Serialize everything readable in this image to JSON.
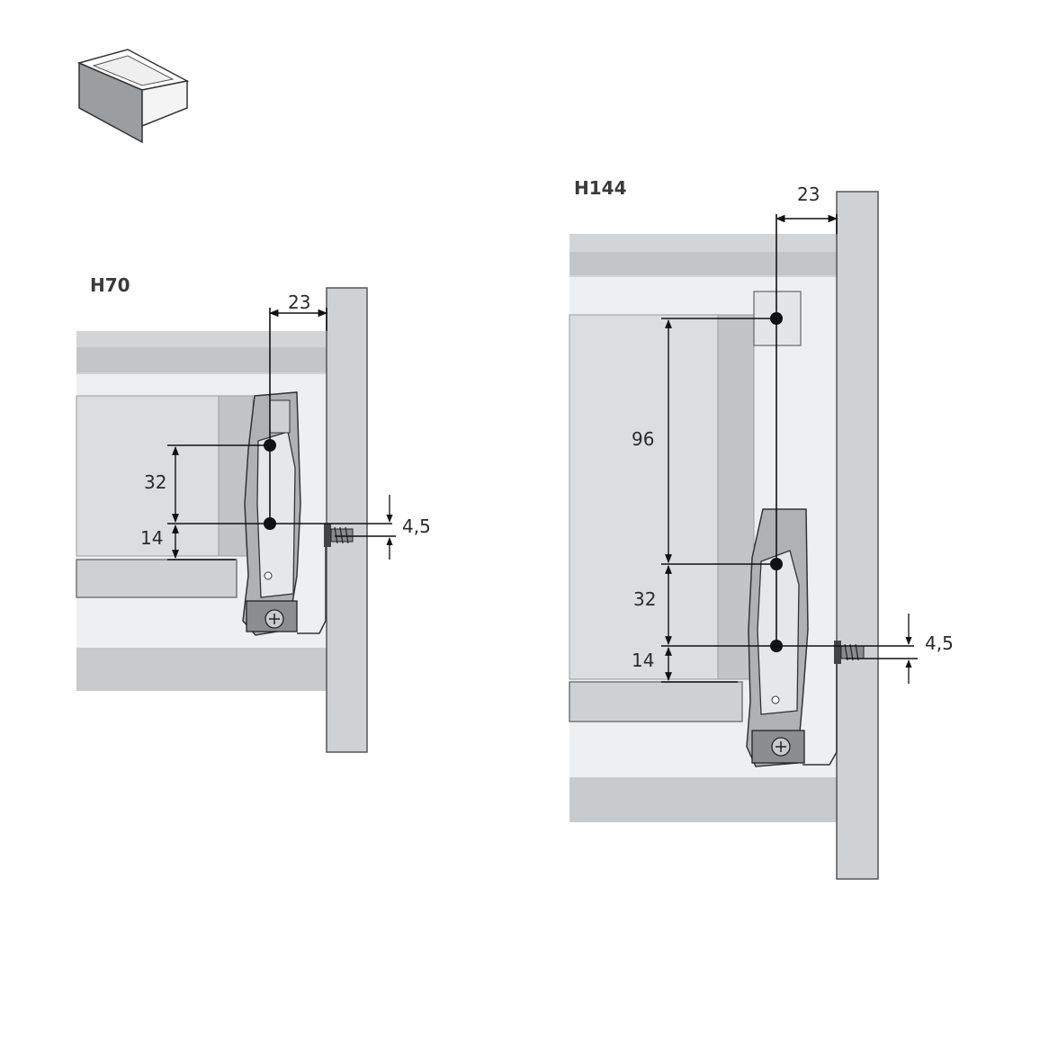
{
  "drawer_icon": {
    "name": "drawer-icon"
  },
  "left": {
    "title": "H70",
    "dim_top": "23",
    "dim_a": "32",
    "dim_b": "14",
    "dim_screw": "4,5"
  },
  "right": {
    "title": "H144",
    "dim_top": "23",
    "dim_c": "96",
    "dim_a": "32",
    "dim_b": "14",
    "dim_screw": "4,5"
  },
  "colors": {
    "panel_light": "#e8e9eb",
    "panel_mid": "#d0d1d3",
    "panel_dark": "#b9babc",
    "line": "#111111",
    "hardware": "#9d9ea0"
  }
}
